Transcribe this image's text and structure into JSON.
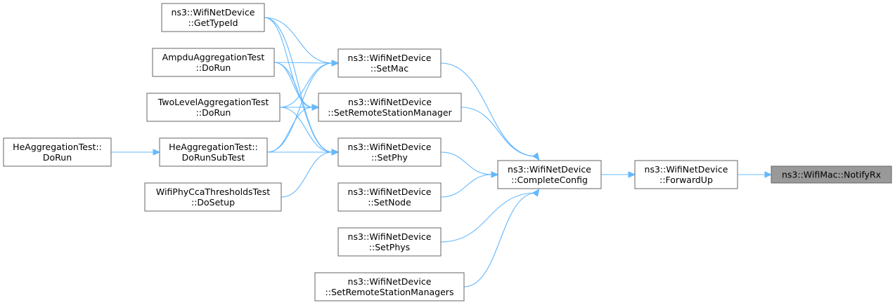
{
  "nodes": {
    "notify_rx": {
      "lines": [
        "ns3::WifiMac::NotifyRx"
      ]
    },
    "forward_up": {
      "lines": [
        "ns3::WifiNetDevice",
        "::ForwardUp"
      ]
    },
    "complete_config": {
      "lines": [
        "ns3::WifiNetDevice",
        "::CompleteConfig"
      ]
    },
    "set_mac": {
      "lines": [
        "ns3::WifiNetDevice",
        "::SetMac"
      ]
    },
    "set_remote_station_manager": {
      "lines": [
        "ns3::WifiNetDevice",
        "::SetRemoteStationManager"
      ]
    },
    "set_phy": {
      "lines": [
        "ns3::WifiNetDevice",
        "::SetPhy"
      ]
    },
    "set_node": {
      "lines": [
        "ns3::WifiNetDevice",
        "::SetNode"
      ]
    },
    "set_phys": {
      "lines": [
        "ns3::WifiNetDevice",
        "::SetPhys"
      ]
    },
    "set_remote_station_managers": {
      "lines": [
        "ns3::WifiNetDevice",
        "::SetRemoteStationManagers"
      ]
    },
    "get_type_id": {
      "lines": [
        "ns3::WifiNetDevice",
        "::GetTypeId"
      ]
    },
    "ampdu_do_run": {
      "lines": [
        "AmpduAggregationTest",
        "::DoRun"
      ]
    },
    "two_level_do_run": {
      "lines": [
        "TwoLevelAggregationTest",
        "::DoRun"
      ]
    },
    "he_do_run_sub_test": {
      "lines": [
        "HeAggregationTest::",
        "DoRunSubTest"
      ]
    },
    "wifi_phy_cca_do_setup": {
      "lines": [
        "WifiPhyCcaThresholdsTest",
        "::DoSetup"
      ]
    },
    "he_do_run": {
      "lines": [
        "HeAggregationTest::",
        "DoRun"
      ]
    }
  },
  "edges": [
    [
      "forward_up",
      "notify_rx"
    ],
    [
      "complete_config",
      "forward_up"
    ],
    [
      "set_mac",
      "complete_config"
    ],
    [
      "set_remote_station_manager",
      "complete_config"
    ],
    [
      "set_phy",
      "complete_config"
    ],
    [
      "set_node",
      "complete_config"
    ],
    [
      "set_phys",
      "complete_config"
    ],
    [
      "set_remote_station_managers",
      "complete_config"
    ],
    [
      "get_type_id",
      "set_mac"
    ],
    [
      "get_type_id",
      "set_remote_station_manager"
    ],
    [
      "get_type_id",
      "set_phy"
    ],
    [
      "ampdu_do_run",
      "set_mac"
    ],
    [
      "ampdu_do_run",
      "set_remote_station_manager"
    ],
    [
      "ampdu_do_run",
      "set_phy"
    ],
    [
      "two_level_do_run",
      "set_mac"
    ],
    [
      "two_level_do_run",
      "set_remote_station_manager"
    ],
    [
      "two_level_do_run",
      "set_phy"
    ],
    [
      "he_do_run_sub_test",
      "set_mac"
    ],
    [
      "he_do_run_sub_test",
      "set_remote_station_manager"
    ],
    [
      "he_do_run_sub_test",
      "set_phy"
    ],
    [
      "wifi_phy_cca_do_setup",
      "set_phy"
    ],
    [
      "he_do_run",
      "he_do_run_sub_test"
    ]
  ],
  "colors": {
    "edge": "#63b8ff",
    "node_border": "#666666",
    "root_fill": "#999999"
  }
}
